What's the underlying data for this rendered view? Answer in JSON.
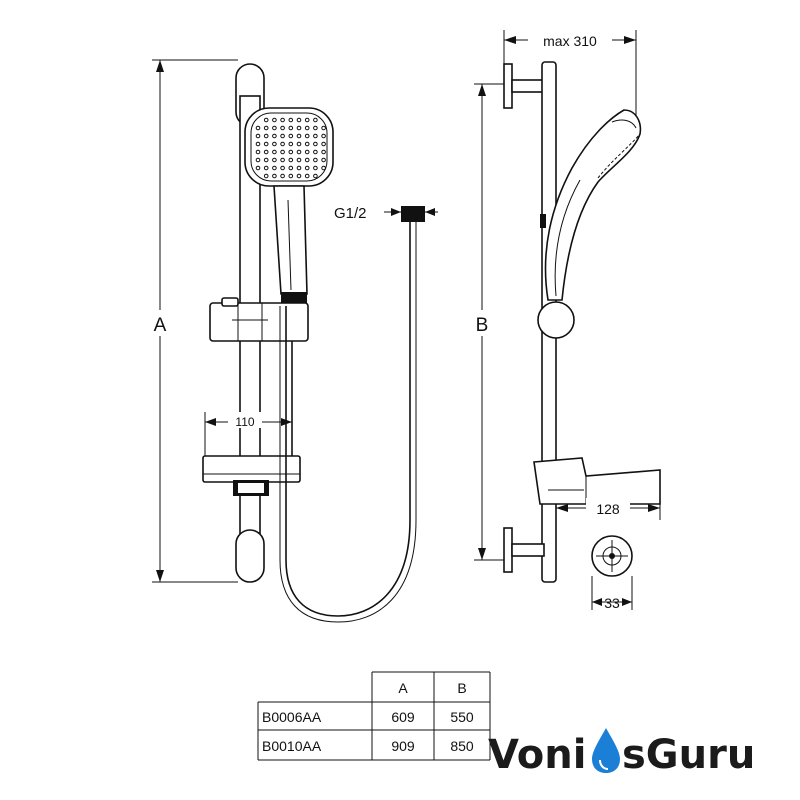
{
  "labels": {
    "dimension_a": "A",
    "dimension_b": "B",
    "dim_110": "110",
    "g12": "G1/2",
    "max_310": "max 310",
    "dim_128": "128",
    "dim_33": "33"
  },
  "table": {
    "headers": [
      "",
      "A",
      "B"
    ],
    "rows": [
      [
        "B0006AA",
        "609",
        "550"
      ],
      [
        "B0010AA",
        "909",
        "850"
      ]
    ]
  },
  "brand": {
    "part1": "Voni",
    "part2": "sGuru",
    "color": "#1b1b1b",
    "drop_color": "#1c7fd6"
  },
  "icons": [
    "water-drop-icon"
  ]
}
